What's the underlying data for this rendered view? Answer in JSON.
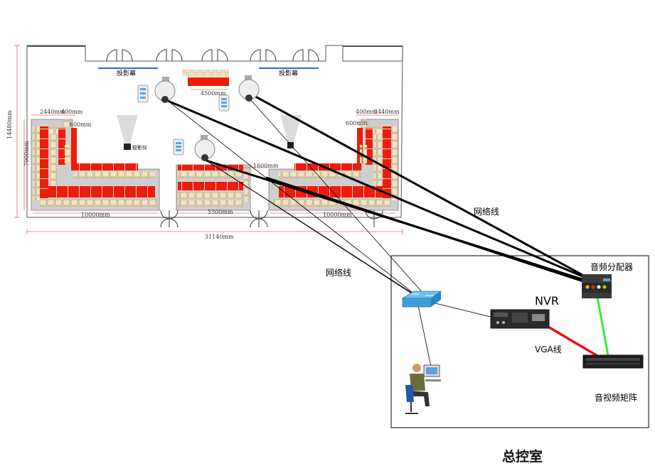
{
  "floorplan": {
    "screen_left": "投影幕",
    "screen_right": "投影幕",
    "projector_label": "投影仪",
    "overall_width": "31140mm",
    "overall_height": "14480mm",
    "dim_2440_left": "2440mm",
    "dim_400_left": "400mm",
    "dim_600_left": "600mm",
    "dim_7900": "7900mm",
    "dim_4500": "4500mm",
    "dim_1600": "1600mm",
    "dim_400_right": "400mm",
    "dim_2440_right": "2440mm",
    "dim_600_right": "600mm",
    "dim_10000_left": "10000mm",
    "dim_5500": "5500mm",
    "dim_10000_right": "10000mm"
  },
  "labels": {
    "network_cable_1": "网络线",
    "network_cable_2": "网络线",
    "nvr": "NVR",
    "vga_cable": "VGA线",
    "audio_splitter": "音频分配器",
    "av_matrix": "音视频矩阵",
    "control_room": "总控室"
  },
  "colors": {
    "table_red": "#ee1c0a",
    "seat_fill": "#f3e4c0",
    "floor_gray": "#cfcfcf",
    "cable_black": "#000000",
    "vga_red": "#e81010",
    "audio_green": "#33ee33",
    "screen_blue": "#3366cc",
    "switch_blue": "#3da0d8"
  }
}
